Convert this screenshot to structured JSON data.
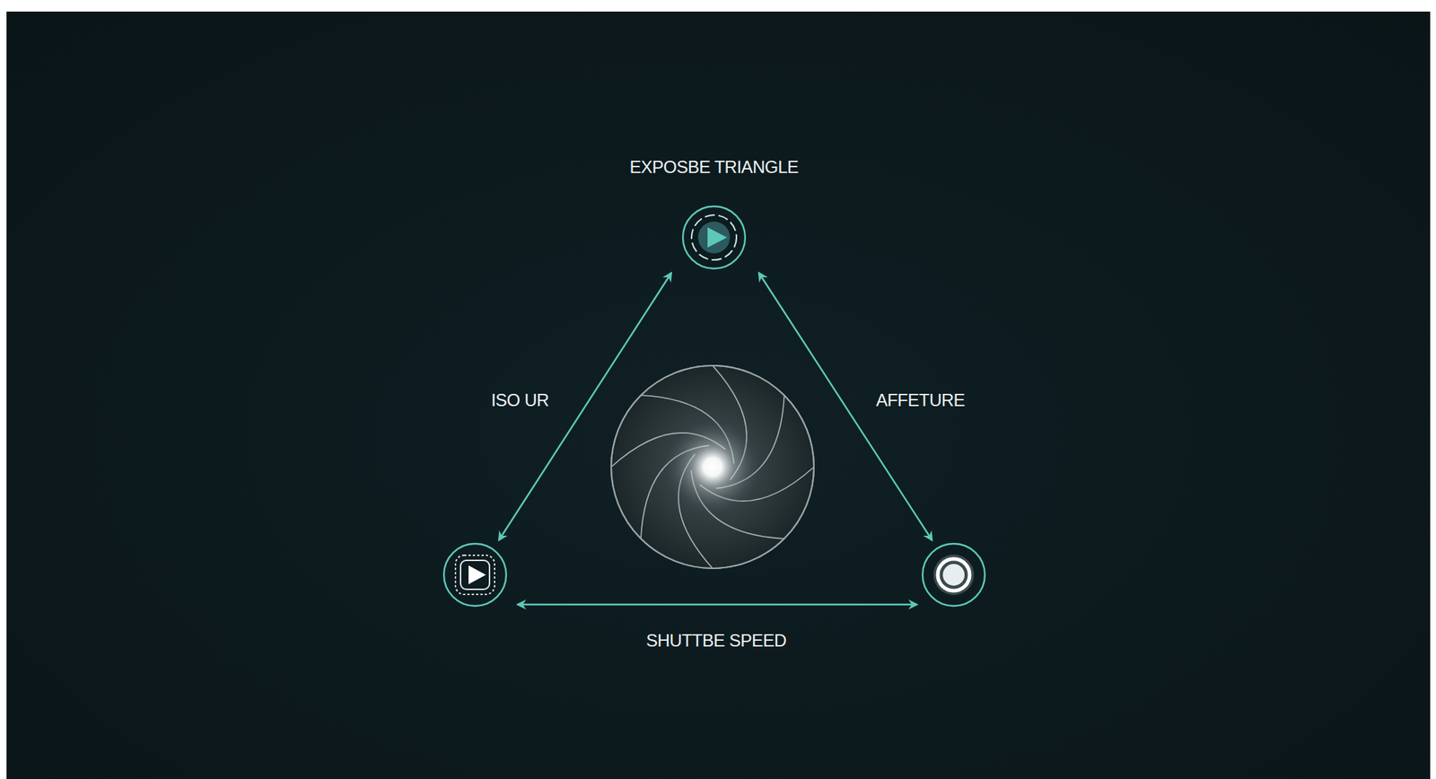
{
  "diagram": {
    "title": "EXPOSBE TRIANGLE",
    "labels": [
      "ISO UR",
      "AFFETURE",
      "SHUTTBE SPEED"
    ]
  }
}
